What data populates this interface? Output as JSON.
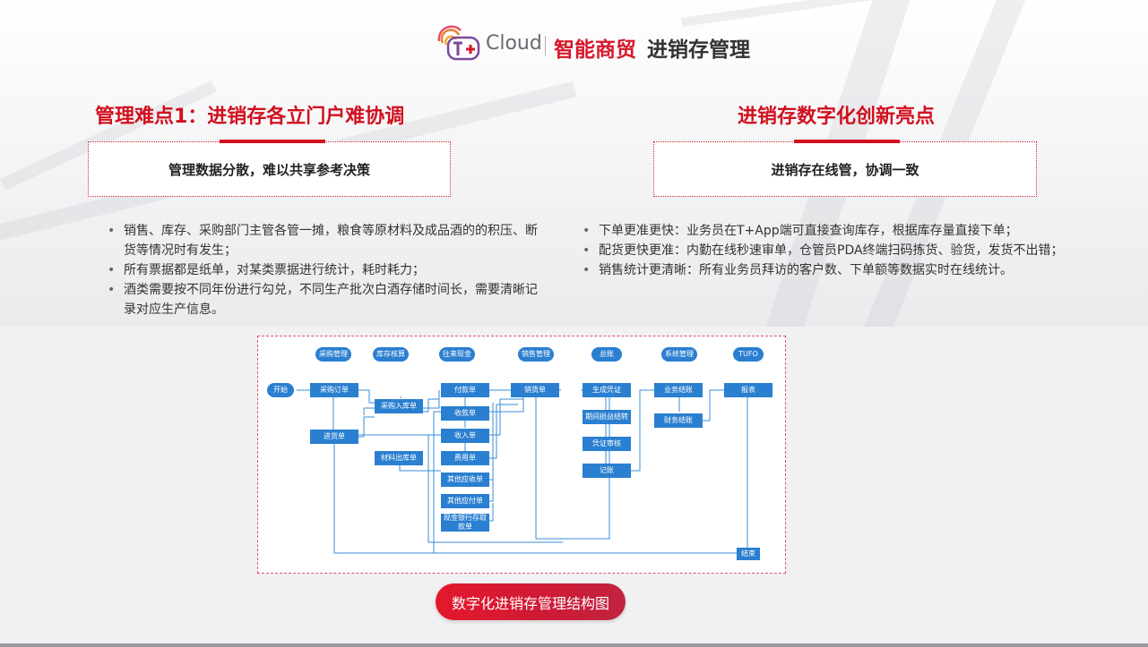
{
  "header": {
    "logo_text": "Cloud",
    "brand": "智能商贸",
    "title": "进销存管理"
  },
  "left": {
    "title": "管理难点1：进销存各立门户难协调",
    "box": "管理数据分散，难以共享参考决策",
    "bullets": [
      "销售、库存、采购部门主管各管一摊，粮食等原材料及成品酒的的积压、断货等情况时有发生；",
      "所有票据都是纸单，对某类票据进行统计，耗时耗力；",
      "酒类需要按不同年份进行勾兑，不同生产批次白酒存储时间长，需要清晰记录对应生产信息。"
    ]
  },
  "right": {
    "title": "进销存数字化创新亮点",
    "box": "进销存在线管，协调一致",
    "bullets": [
      "下单更准更快：业务员在T+App端可直接查询库存，根据库存量直接下单；",
      "配货更快更准：内勤在线秒速审单，仓管员PDA终端扫码拣货、验货，发货不出错；",
      "销售统计更清晰：所有业务员拜访的客户数、下单额等数据实时在线统计。"
    ]
  },
  "flowchart": {
    "headers": [
      "采购管理",
      "库存核算",
      "往来现金",
      "销售管理",
      "总账",
      "系统管理",
      "TUFO"
    ],
    "nodes": {
      "start": "开始",
      "purchase_order": "采购订单",
      "purchase_in": "采购入库单",
      "incoming": "进货单",
      "material_out": "材料出库单",
      "payment": "付款单",
      "receipt": "收款单",
      "income": "收入单",
      "expense": "费用单",
      "other_receivable": "其他应收单",
      "other_payable": "其他应付单",
      "cash_bank": "现金银行存取款单",
      "sales": "销货单",
      "gen_voucher": "生成凭证",
      "period_transfer": "期间损益结转",
      "voucher_review": "凭证审核",
      "bookkeeping": "记账",
      "biz_close": "业务结账",
      "fin_close": "财务结账",
      "report": "报表",
      "end": "结束"
    }
  },
  "caption": "数字化进销存管理结构图",
  "colors": {
    "accent_red": "#d1101f",
    "node_blue": "#2a7fd0",
    "line_blue": "#3a8ed8"
  }
}
